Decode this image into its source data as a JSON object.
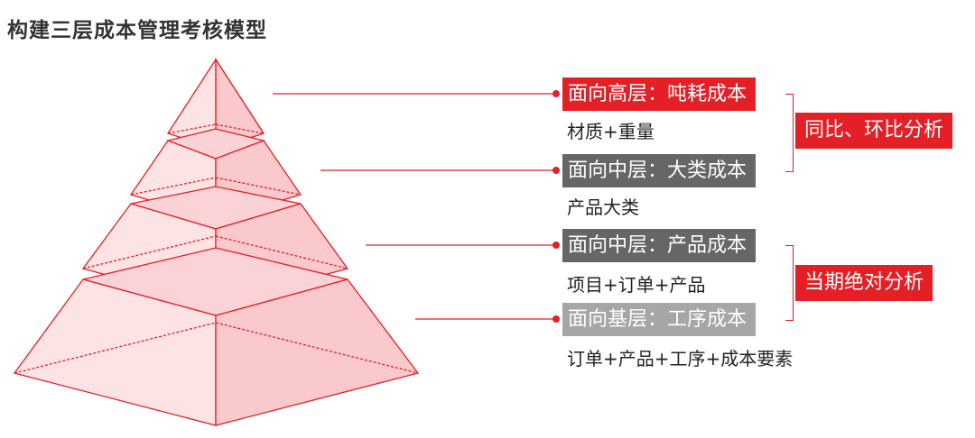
{
  "title": "构建三层成本管理考核模型",
  "levels": [
    {
      "label": "面向高层：吨耗成本",
      "detail": "材质+重量",
      "color": "#e41f26"
    },
    {
      "label": "面向中层：大类成本",
      "detail": "产品大类",
      "color": "#666666"
    },
    {
      "label": "面向中层：产品成本",
      "detail": "项目+订单+产品",
      "color": "#666666"
    },
    {
      "label": "面向基层：工序成本",
      "detail": "订单+产品+工序+成本要素",
      "color": "#a6a6a6"
    }
  ],
  "analysis": [
    {
      "label": "同比、环比分析"
    },
    {
      "label": "当期绝对分析"
    }
  ],
  "accent_color": "#e41f26"
}
